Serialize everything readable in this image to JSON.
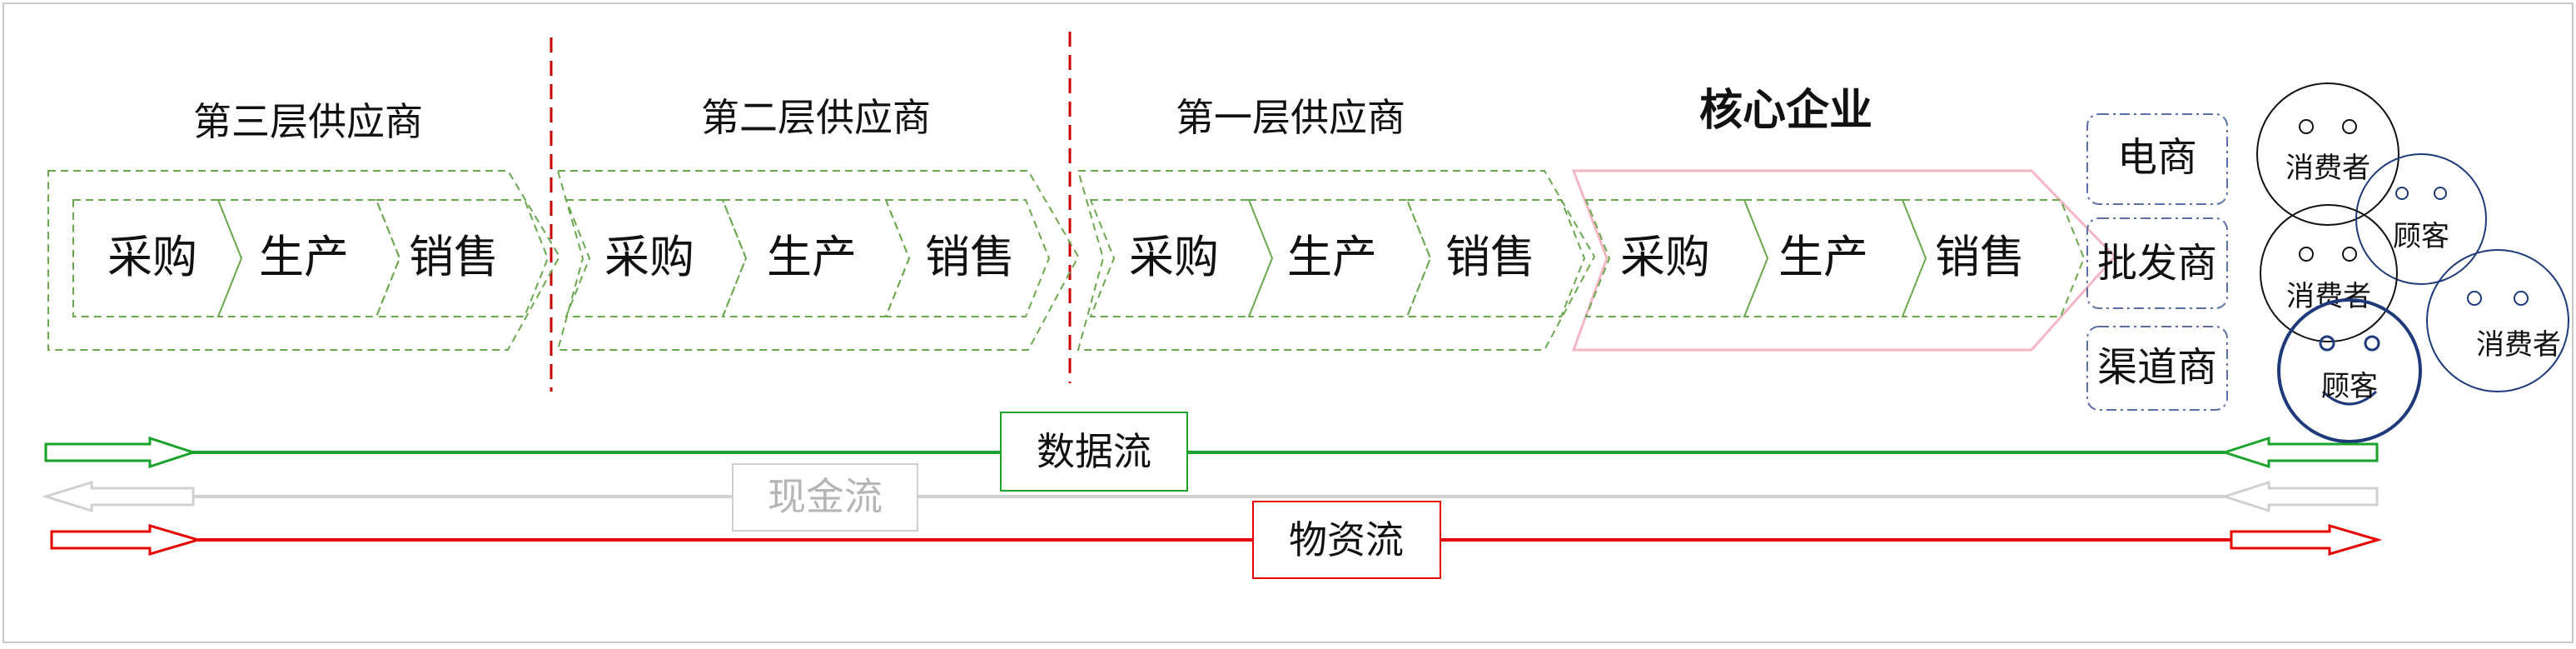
{
  "tiers": [
    {
      "title": "第三层供应商",
      "steps": [
        "采购",
        "生产",
        "销售"
      ]
    },
    {
      "title": "第二层供应商",
      "steps": [
        "采购",
        "生产",
        "销售"
      ]
    },
    {
      "title": "第一层供应商",
      "steps": [
        "采购",
        "生产",
        "销售"
      ]
    },
    {
      "title": "核心企业",
      "steps": [
        "采购",
        "生产",
        "销售"
      ]
    }
  ],
  "channels": [
    "电商",
    "批发商",
    "渠道商"
  ],
  "customers": {
    "consumer": "消费者",
    "client": "顾客"
  },
  "flows": {
    "data": "数据流",
    "cash": "现金流",
    "material": "物资流"
  },
  "colors": {
    "supplier_dash": "#6aa84f",
    "core_outline": "#f4b6c2",
    "separator": "#cc0000",
    "channel_border": "#5b6fa6",
    "face": "#1f3a7a",
    "data_flow": "#1aa32a",
    "cash_flow": "#d0d0d0",
    "material_flow": "#e60000"
  }
}
